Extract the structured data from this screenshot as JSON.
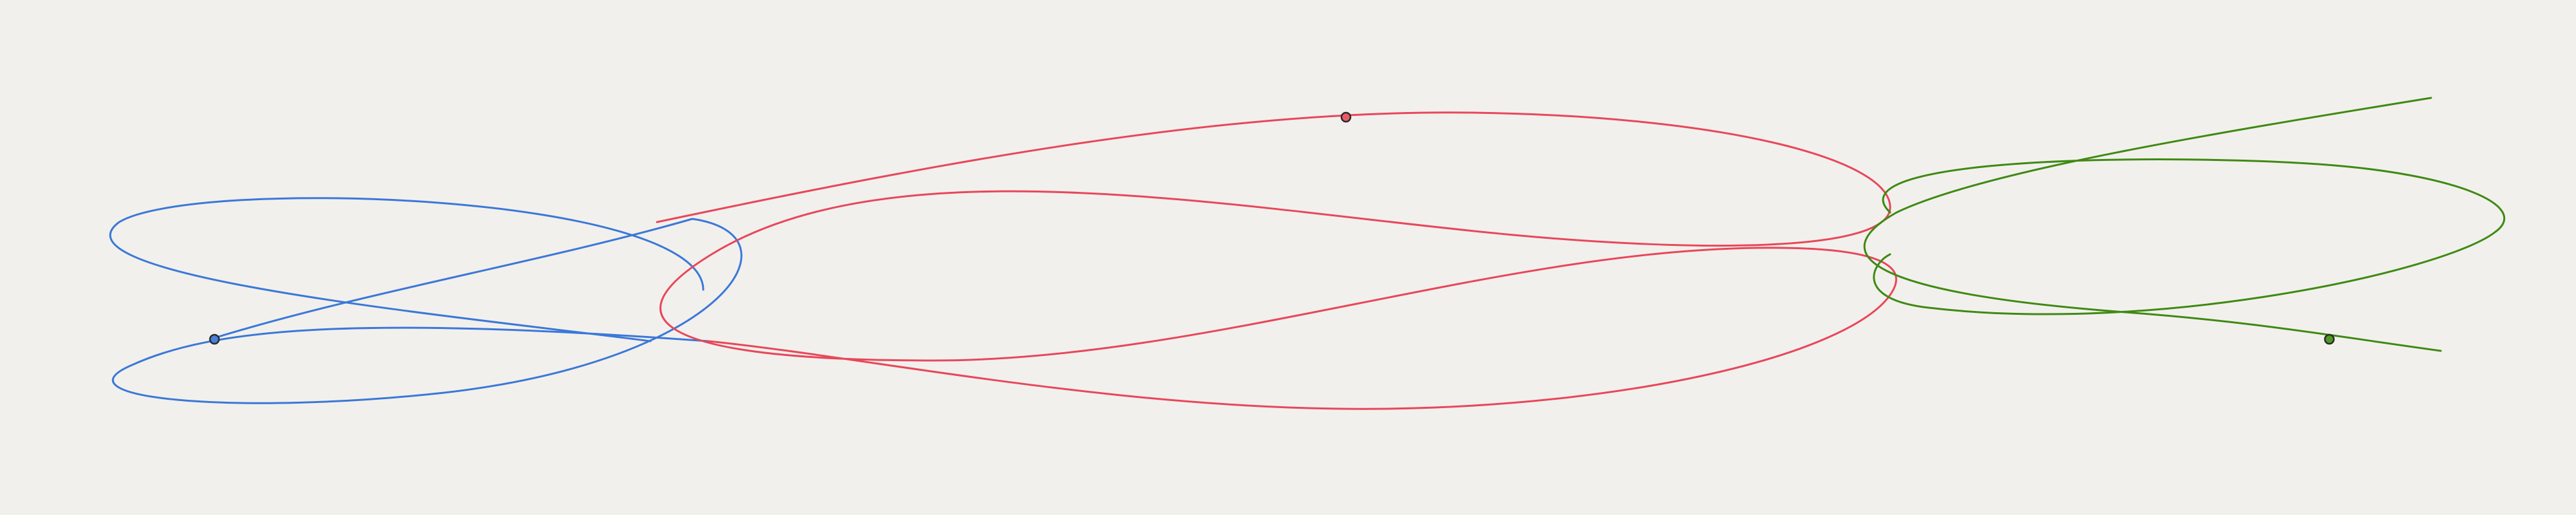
{
  "background": "#f2f0ed",
  "curves": [
    {
      "id": "blue",
      "color": "#3b78d8",
      "handle_color": "#4a7fd6"
    },
    {
      "id": "red",
      "color": "#e8475a",
      "handle_color": "#ea5b66"
    },
    {
      "id": "green",
      "color": "#3e8a12",
      "handle_color": "#4f9a22"
    }
  ]
}
